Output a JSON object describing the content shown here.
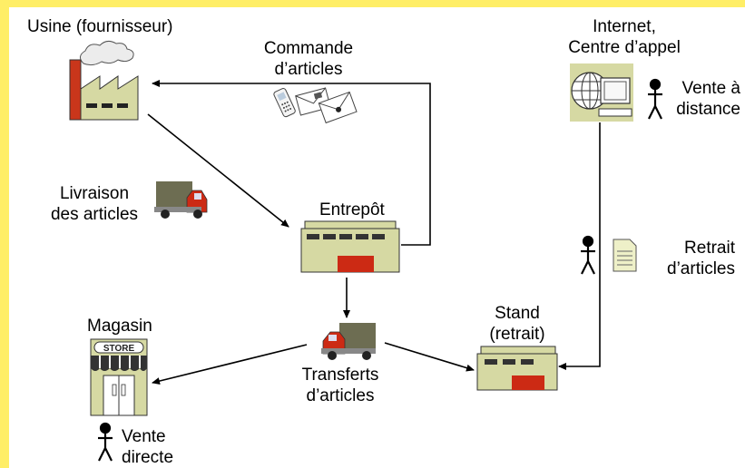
{
  "labels": {
    "factory": "Usine (fournisseur)",
    "order": "Commande\nd’articles",
    "internet": "Internet,\nCentre d’appel",
    "remote_sale": "Vente à\ndistance",
    "delivery": "Livraison\ndes articles",
    "warehouse": "Entrepôt",
    "pickup": "Retrait\nd’articles",
    "stand": "Stand\n(retrait)",
    "store": "Magasin",
    "transfers": "Transferts\nd’articles",
    "direct_sale": "Vente\ndirecte",
    "store_sign": "STORE"
  },
  "icons": {
    "factory": "factory-icon",
    "phone": "phone-icon",
    "envelope": "envelope-icon",
    "computer": "computer-icon",
    "person": "person-icon",
    "truck": "truck-icon",
    "warehouse": "warehouse-icon",
    "document": "document-icon",
    "store": "store-icon"
  },
  "colors": {
    "building_fill": "#d6d9a3",
    "door_red": "#cc2a14",
    "background": "#ffffff",
    "frame_yellow": "#ffee66"
  }
}
